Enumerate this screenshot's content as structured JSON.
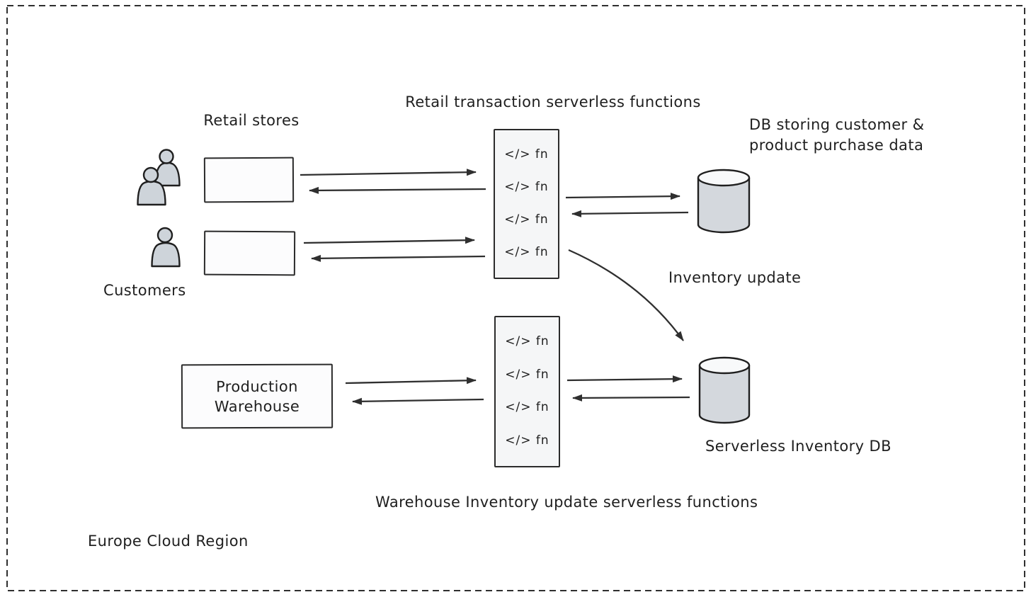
{
  "colors": {
    "canvas_bg": "#ffffff",
    "stroke": "#1f1f1f",
    "arrow": "#2f2f2f",
    "box_fill": "#fcfcfd",
    "fn_box_fill": "#f5f6f7",
    "cylinder_fill": "#d4d8dd",
    "cylinder_top_fill": "#f8f9fa",
    "person_fill": "#ced4da"
  },
  "region": {
    "label": "Europe Cloud Region"
  },
  "customers": {
    "label": "Customers"
  },
  "retail_stores": {
    "label": "Retail stores"
  },
  "retail_functions": {
    "title": "Retail transaction serverless functions",
    "items": [
      "</> fn",
      "</> fn",
      "</> fn",
      "</> fn"
    ]
  },
  "warehouse_functions": {
    "title": "Warehouse Inventory update serverless functions",
    "items": [
      "</> fn",
      "</> fn",
      "</> fn",
      "</> fn"
    ]
  },
  "purchase_db": {
    "label_line1": "DB storing customer &",
    "label_line2": "product purchase data"
  },
  "inventory_update": {
    "label": "Inventory update"
  },
  "inventory_db": {
    "label": "Serverless Inventory DB"
  },
  "production_warehouse": {
    "line1": "Production",
    "line2": "Warehouse"
  }
}
